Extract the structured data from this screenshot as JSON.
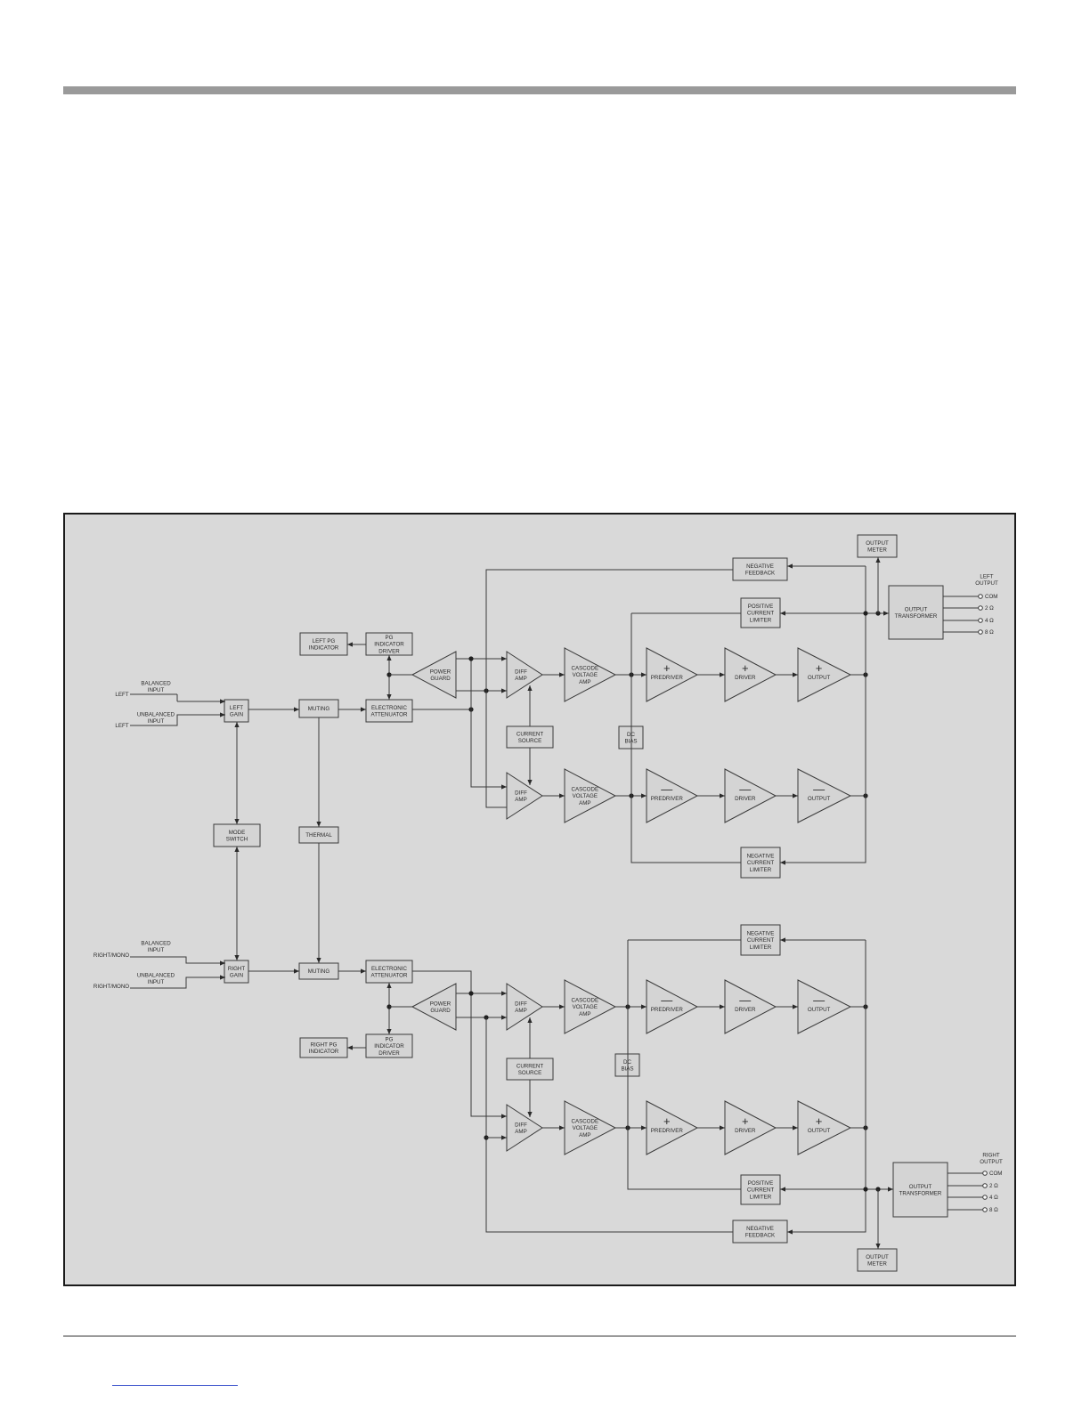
{
  "blocks": {
    "output_meter": [
      "OUTPUT",
      "METER"
    ],
    "negative_feedback": [
      "NEGATIVE",
      "FEEDBACK"
    ],
    "positive_current_limiter": [
      "POSITIVE",
      "CURRENT",
      "LIMITER"
    ],
    "negative_current_limiter": [
      "NEGATIVE",
      "CURRENT",
      "LIMITER"
    ],
    "output_transformer": [
      "OUTPUT",
      "TRANSFORMER"
    ],
    "left_pg_indicator": [
      "LEFT  PG",
      "INDICATOR"
    ],
    "right_pg_indicator": [
      "RIGHT  PG",
      "INDICATOR"
    ],
    "pg_indicator_driver": [
      "PG",
      "INDICATOR",
      "DRIVER"
    ],
    "power_guard": [
      "POWER",
      "GUARD"
    ],
    "diff_amp": [
      "DIFF",
      "AMP"
    ],
    "cascode_voltage_amp": [
      "CASCODE",
      "VOLTAGE",
      "AMP"
    ],
    "predriver": "PREDRIVER",
    "driver": "DRIVER",
    "output": "OUTPUT",
    "current_source": [
      "CURRENT",
      "SOURCE"
    ],
    "dc_bias": [
      "DC",
      "BIAS"
    ],
    "electronic_attenuator": [
      "ELECTRONIC",
      "ATTENUATOR"
    ],
    "muting": "MUTING",
    "thermal": "THERMAL",
    "mode_switch": [
      "MODE",
      "SWITCH"
    ],
    "left_gain": [
      "LEFT",
      "GAIN"
    ],
    "right_gain": [
      "RIGHT",
      "GAIN"
    ],
    "balanced_input": [
      "BALANCED",
      "INPUT"
    ],
    "unbalanced_input": [
      "UNBALANCED",
      "INPUT"
    ]
  },
  "input_labels": {
    "left": "LEFT",
    "right_mono": "RIGHT/MONO"
  },
  "output_labels": {
    "left": [
      "LEFT",
      "OUTPUT"
    ],
    "right": [
      "RIGHT",
      "OUTPUT"
    ],
    "taps": [
      "COM",
      "2  Ω",
      "4  Ω",
      "8  Ω"
    ]
  },
  "signs": {
    "plus": "+",
    "minus": "—"
  }
}
